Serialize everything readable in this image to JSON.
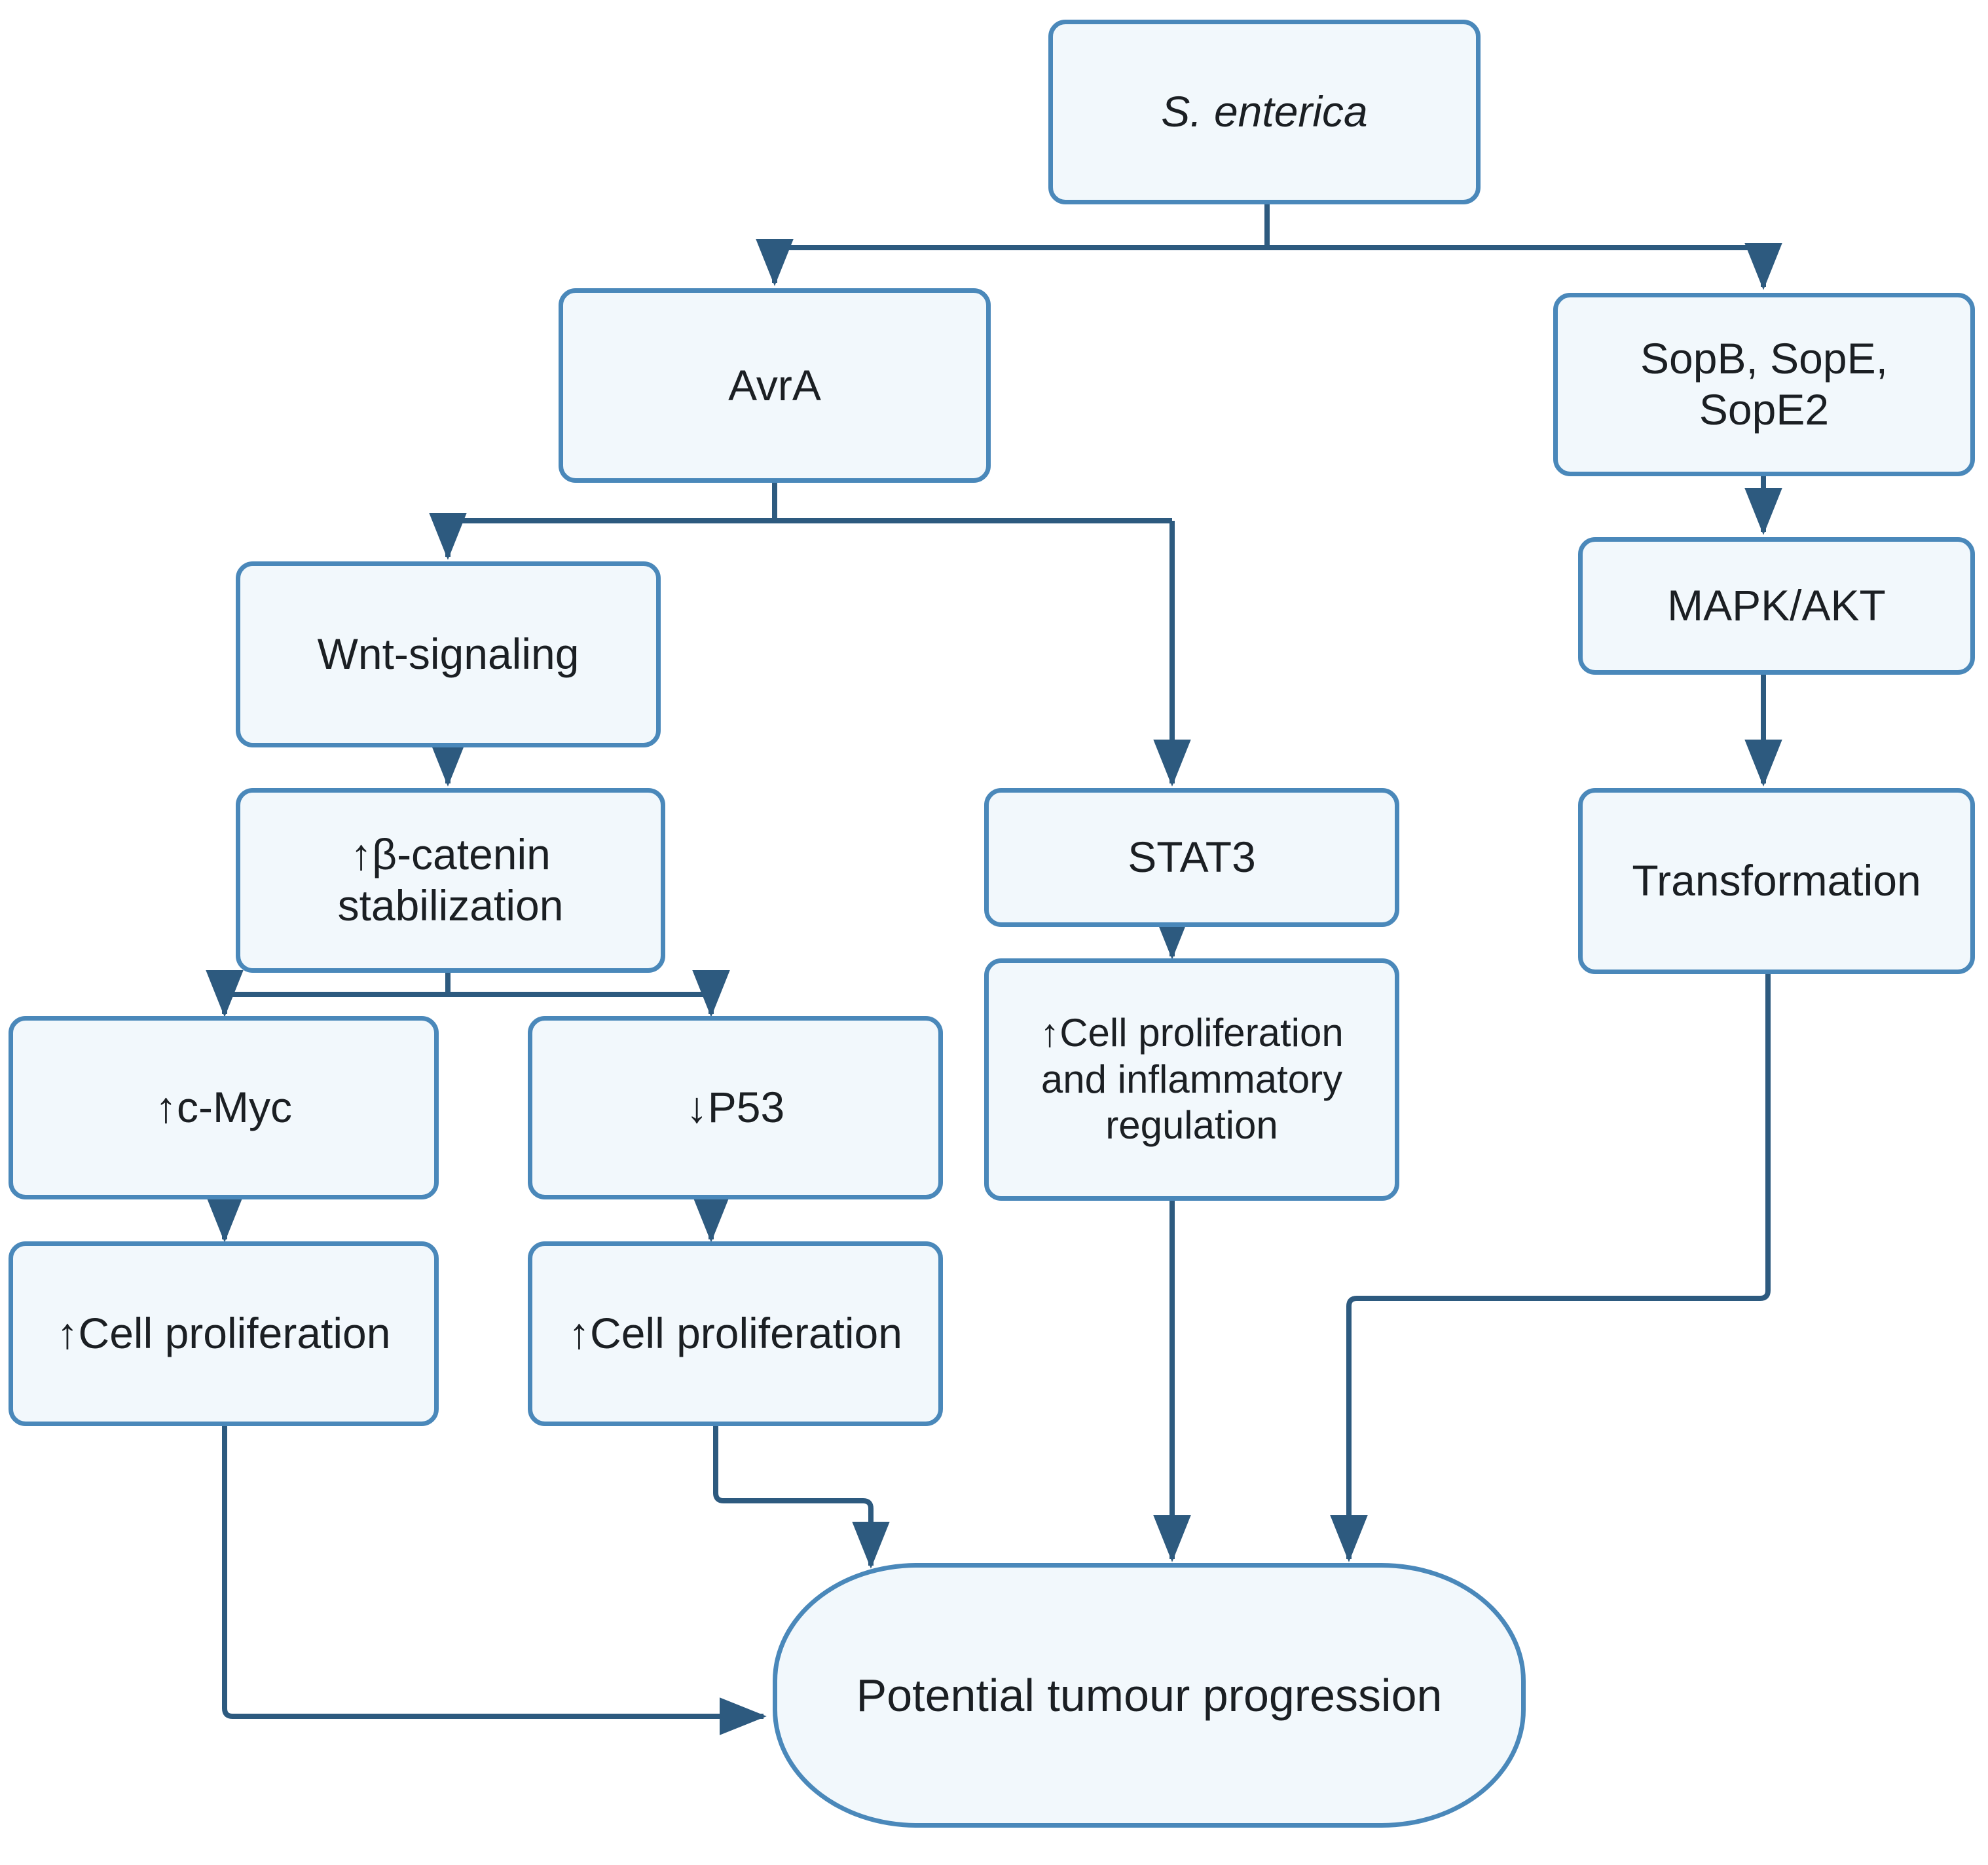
{
  "diagram": {
    "type": "flowchart",
    "title": "Salmonella enterica effector signalling to potential tumour progression",
    "colors": {
      "node_fill": "#f2f8fc",
      "node_border": "#4a88ba",
      "connector": "#2d5a7f",
      "text": "#1b1f23",
      "background": "#ffffff"
    },
    "nodes": [
      {
        "id": "s-enterica",
        "label": "S. enterica",
        "shape": "rounded-rect",
        "style": "italic"
      },
      {
        "id": "avra",
        "label": "AvrA",
        "shape": "rounded-rect",
        "style": "normal"
      },
      {
        "id": "sop-effectors",
        "label": "SopB, SopE,\nSopE2",
        "shape": "rounded-rect",
        "style": "normal"
      },
      {
        "id": "wnt-signaling",
        "label": "Wnt-signaling",
        "shape": "rounded-rect",
        "style": "normal"
      },
      {
        "id": "beta-catenin",
        "label": "↑β-catenin\nstabilization",
        "shape": "rounded-rect",
        "style": "normal"
      },
      {
        "id": "c-myc",
        "label": "↑c-Myc",
        "shape": "rounded-rect",
        "style": "normal"
      },
      {
        "id": "p53",
        "label": "↓P53",
        "shape": "rounded-rect",
        "style": "normal"
      },
      {
        "id": "cell-prolif-left",
        "label": "↑Cell proliferation",
        "shape": "rounded-rect",
        "style": "normal"
      },
      {
        "id": "cell-prolif-mid",
        "label": "↑Cell proliferation",
        "shape": "rounded-rect",
        "style": "normal"
      },
      {
        "id": "stat3",
        "label": "STAT3",
        "shape": "rounded-rect",
        "style": "normal"
      },
      {
        "id": "prolif-inflam",
        "label": "↑Cell proliferation\nand inflammatory\nregulation",
        "shape": "rounded-rect",
        "style": "normal"
      },
      {
        "id": "mapk-akt",
        "label": "MAPK/AKT",
        "shape": "rounded-rect",
        "style": "normal"
      },
      {
        "id": "transformation",
        "label": "Transformation",
        "shape": "rounded-rect",
        "style": "normal"
      },
      {
        "id": "tumour",
        "label": "Potential tumour progression",
        "shape": "stadium",
        "style": "normal"
      }
    ],
    "edges": [
      {
        "from": "s-enterica",
        "to": "avra"
      },
      {
        "from": "s-enterica",
        "to": "sop-effectors"
      },
      {
        "from": "avra",
        "to": "wnt-signaling"
      },
      {
        "from": "avra",
        "to": "stat3"
      },
      {
        "from": "wnt-signaling",
        "to": "beta-catenin"
      },
      {
        "from": "beta-catenin",
        "to": "c-myc"
      },
      {
        "from": "beta-catenin",
        "to": "p53"
      },
      {
        "from": "c-myc",
        "to": "cell-prolif-left"
      },
      {
        "from": "p53",
        "to": "cell-prolif-mid"
      },
      {
        "from": "stat3",
        "to": "prolif-inflam"
      },
      {
        "from": "sop-effectors",
        "to": "mapk-akt"
      },
      {
        "from": "mapk-akt",
        "to": "transformation"
      },
      {
        "from": "cell-prolif-left",
        "to": "tumour"
      },
      {
        "from": "cell-prolif-mid",
        "to": "tumour"
      },
      {
        "from": "prolif-inflam",
        "to": "tumour"
      },
      {
        "from": "transformation",
        "to": "tumour"
      }
    ]
  }
}
